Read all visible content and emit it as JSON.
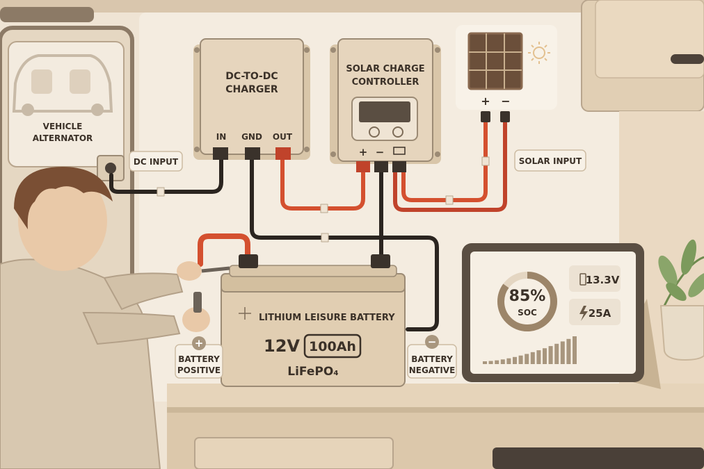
{
  "labels": {
    "vehicle_alternator_line1": "VEHICLE",
    "vehicle_alternator_line2": "ALTERNATOR",
    "dc_input": "DC INPUT",
    "solar_input": "SOLAR INPUT",
    "battery_positive_line1": "BATTERY",
    "battery_positive_line2": "POSITIVE",
    "battery_negative_line1": "BATTERY",
    "battery_negative_line2": "NEGATIVE"
  },
  "dc_charger": {
    "title_line1": "DC-TO-DC",
    "title_line2": "CHARGER",
    "terminal_in": "IN",
    "terminal_gnd": "GND",
    "terminal_out": "OUT"
  },
  "solar_controller": {
    "title_line1": "SOLAR CHARGE",
    "title_line2": "CONTROLLER",
    "plus": "+",
    "minus": "−"
  },
  "solar_panel": {
    "plus": "+",
    "minus": "−"
  },
  "battery": {
    "brand": "LITHIUM LEISURE BATTERY",
    "voltage": "12V",
    "capacity": "100Ah",
    "chemistry": "LiFePO₄"
  },
  "monitor": {
    "soc_value": "85%",
    "soc_label": "SOC",
    "soc_fraction": 0.85,
    "voltage_reading": "13.3V",
    "current_reading": "25A"
  },
  "icons": {
    "plus": "+",
    "minus": "−"
  },
  "colors": {
    "wall": "#efe4d4",
    "wood": "#e6d5bd",
    "wire_red": "#d4502f",
    "wire_black": "#2b2520",
    "ink": "#3b3128"
  }
}
